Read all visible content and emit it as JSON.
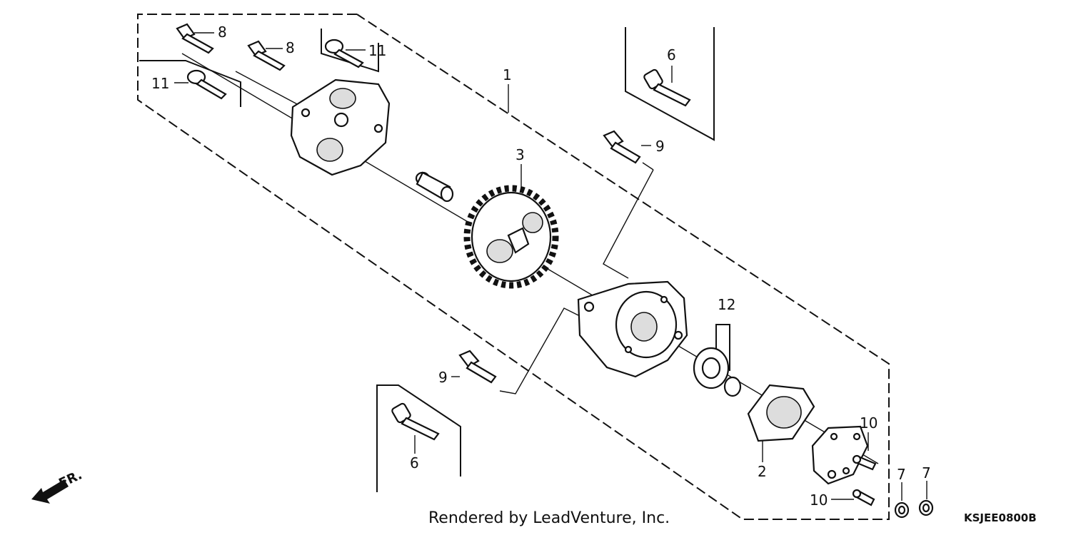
{
  "diagram": {
    "callouts": {
      "p1": "1",
      "p2": "2",
      "p3": "3",
      "p6_top": "6",
      "p6_bottom": "6",
      "p7_left": "7",
      "p7_right": "7",
      "p8_left": "8",
      "p8_right": "8",
      "p9_top": "9",
      "p9_bottom": "9",
      "p10_top": "10",
      "p10_bottom": "10",
      "p11_left": "11",
      "p11_right": "11",
      "p12": "12"
    },
    "front_label": "FR.",
    "credit": "Rendered by LeadVenture, Inc.",
    "diagram_code": "KSJEE0800B"
  }
}
